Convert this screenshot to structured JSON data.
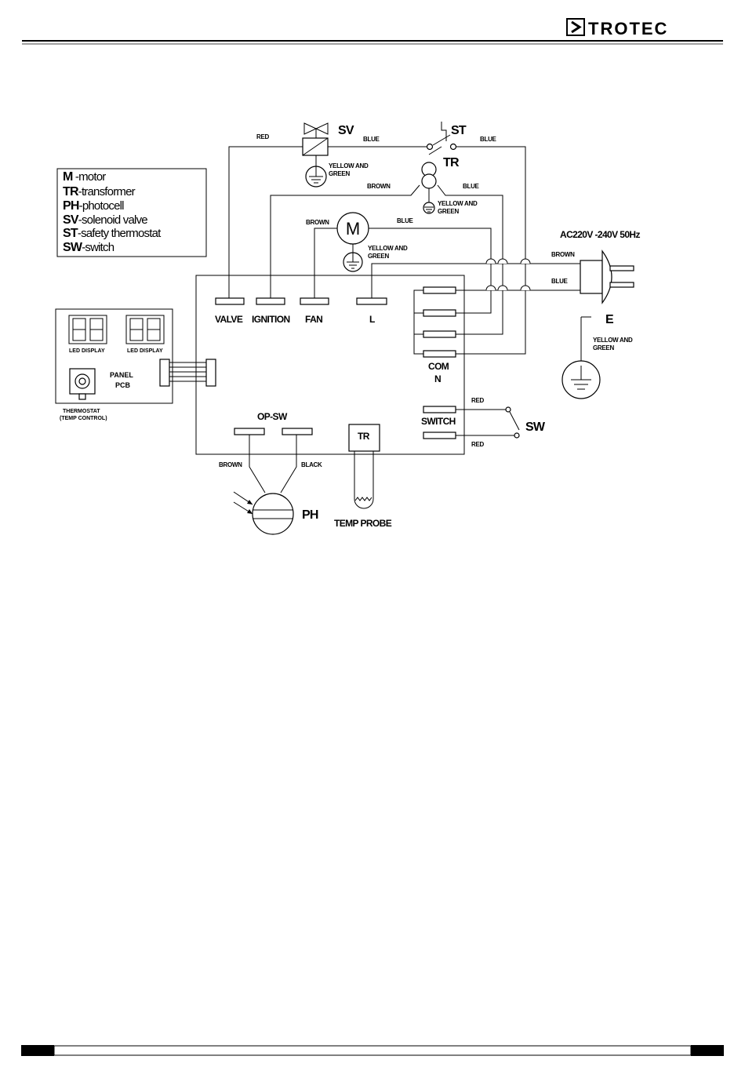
{
  "header": {
    "logo_text": "TROTEC"
  },
  "legend": [
    {
      "code": "M",
      "sep": " -",
      "desc": "motor"
    },
    {
      "code": "TR",
      "sep": "-",
      "desc": "transformer"
    },
    {
      "code": "PH",
      "sep": "-",
      "desc": "photocell"
    },
    {
      "code": "SV",
      "sep": "-",
      "desc": "solenoid valve"
    },
    {
      "code": "ST",
      "sep": "-",
      "desc": "safety thermostat"
    },
    {
      "code": "SW",
      "sep": "-",
      "desc": "switch"
    }
  ],
  "components": {
    "sv": "SV",
    "st": "ST",
    "tr_top": "TR",
    "m": "M",
    "ph": "PH",
    "sw": "SW",
    "e": "E",
    "tr_box": "TR"
  },
  "terminals": {
    "valve": "VALVE",
    "ignition": "IGNITION",
    "fan": "FAN",
    "l": "L",
    "com": "COM",
    "n": "N",
    "switch": "SWITCH",
    "op_sw": "OP-SW"
  },
  "wires": {
    "red_sv": "RED",
    "blue_sv": "BLUE",
    "blue_st": "BLUE",
    "yg_sv_1": "YELLOW AND",
    "yg_sv_2": "GREEN",
    "brown_tr": "BROWN",
    "blue_tr": "BLUE",
    "yg_tr_1": "YELLOW AND",
    "yg_tr_2": "GREEN",
    "brown_m": "BROWN",
    "blue_m": "BLUE",
    "yg_m_1": "YELLOW AND",
    "yg_m_2": "GREEN",
    "brown_plug": "BROWN",
    "blue_plug": "BLUE",
    "yg_e_1": "YELLOW AND",
    "yg_e_2": "GREEN",
    "red_sw1": "RED",
    "red_sw2": "RED",
    "brown_ph": "BROWN",
    "black_ph": "BLACK"
  },
  "supply": "AC220V -240V  50Hz",
  "panel": {
    "led1": "LED DISPLAY",
    "led2": "LED DISPLAY",
    "pcb1": "PANEL",
    "pcb2": "PCB",
    "thermo1": "THERMOSTAT",
    "thermo2": "(TEMP CONTROL)"
  },
  "temp_probe": "TEMP PROBE"
}
